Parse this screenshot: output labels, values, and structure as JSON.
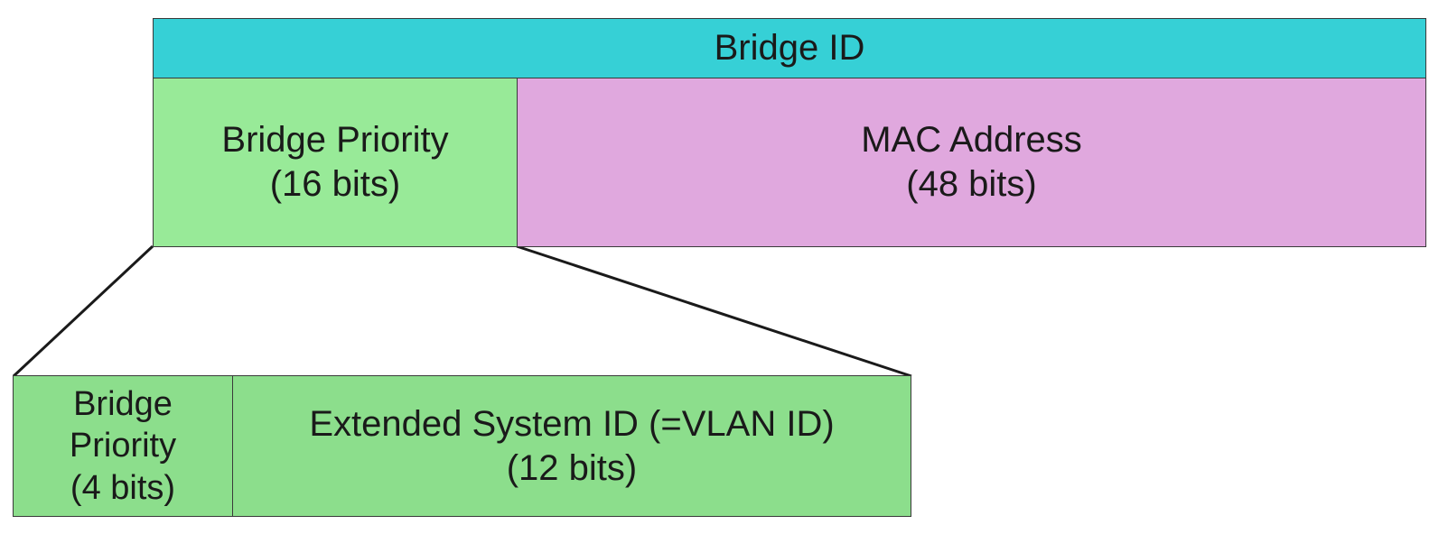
{
  "colors": {
    "bridge_id": "#36d0d6",
    "bridge_priority": "#98ea98",
    "mac_address": "#e0a8de",
    "sub_fields": "#8cde8c"
  },
  "bridge_id": {
    "label": "Bridge ID"
  },
  "bridge_priority": {
    "line1": "Bridge Priority",
    "line2": "(16 bits)"
  },
  "mac_address": {
    "line1": "MAC Address",
    "line2": "(48 bits)"
  },
  "sub_priority": {
    "line1": "Bridge",
    "line2": "Priority",
    "line3": "(4 bits)"
  },
  "extended_system_id": {
    "line1": "Extended System ID (=VLAN ID)",
    "line2": "(12 bits)"
  }
}
